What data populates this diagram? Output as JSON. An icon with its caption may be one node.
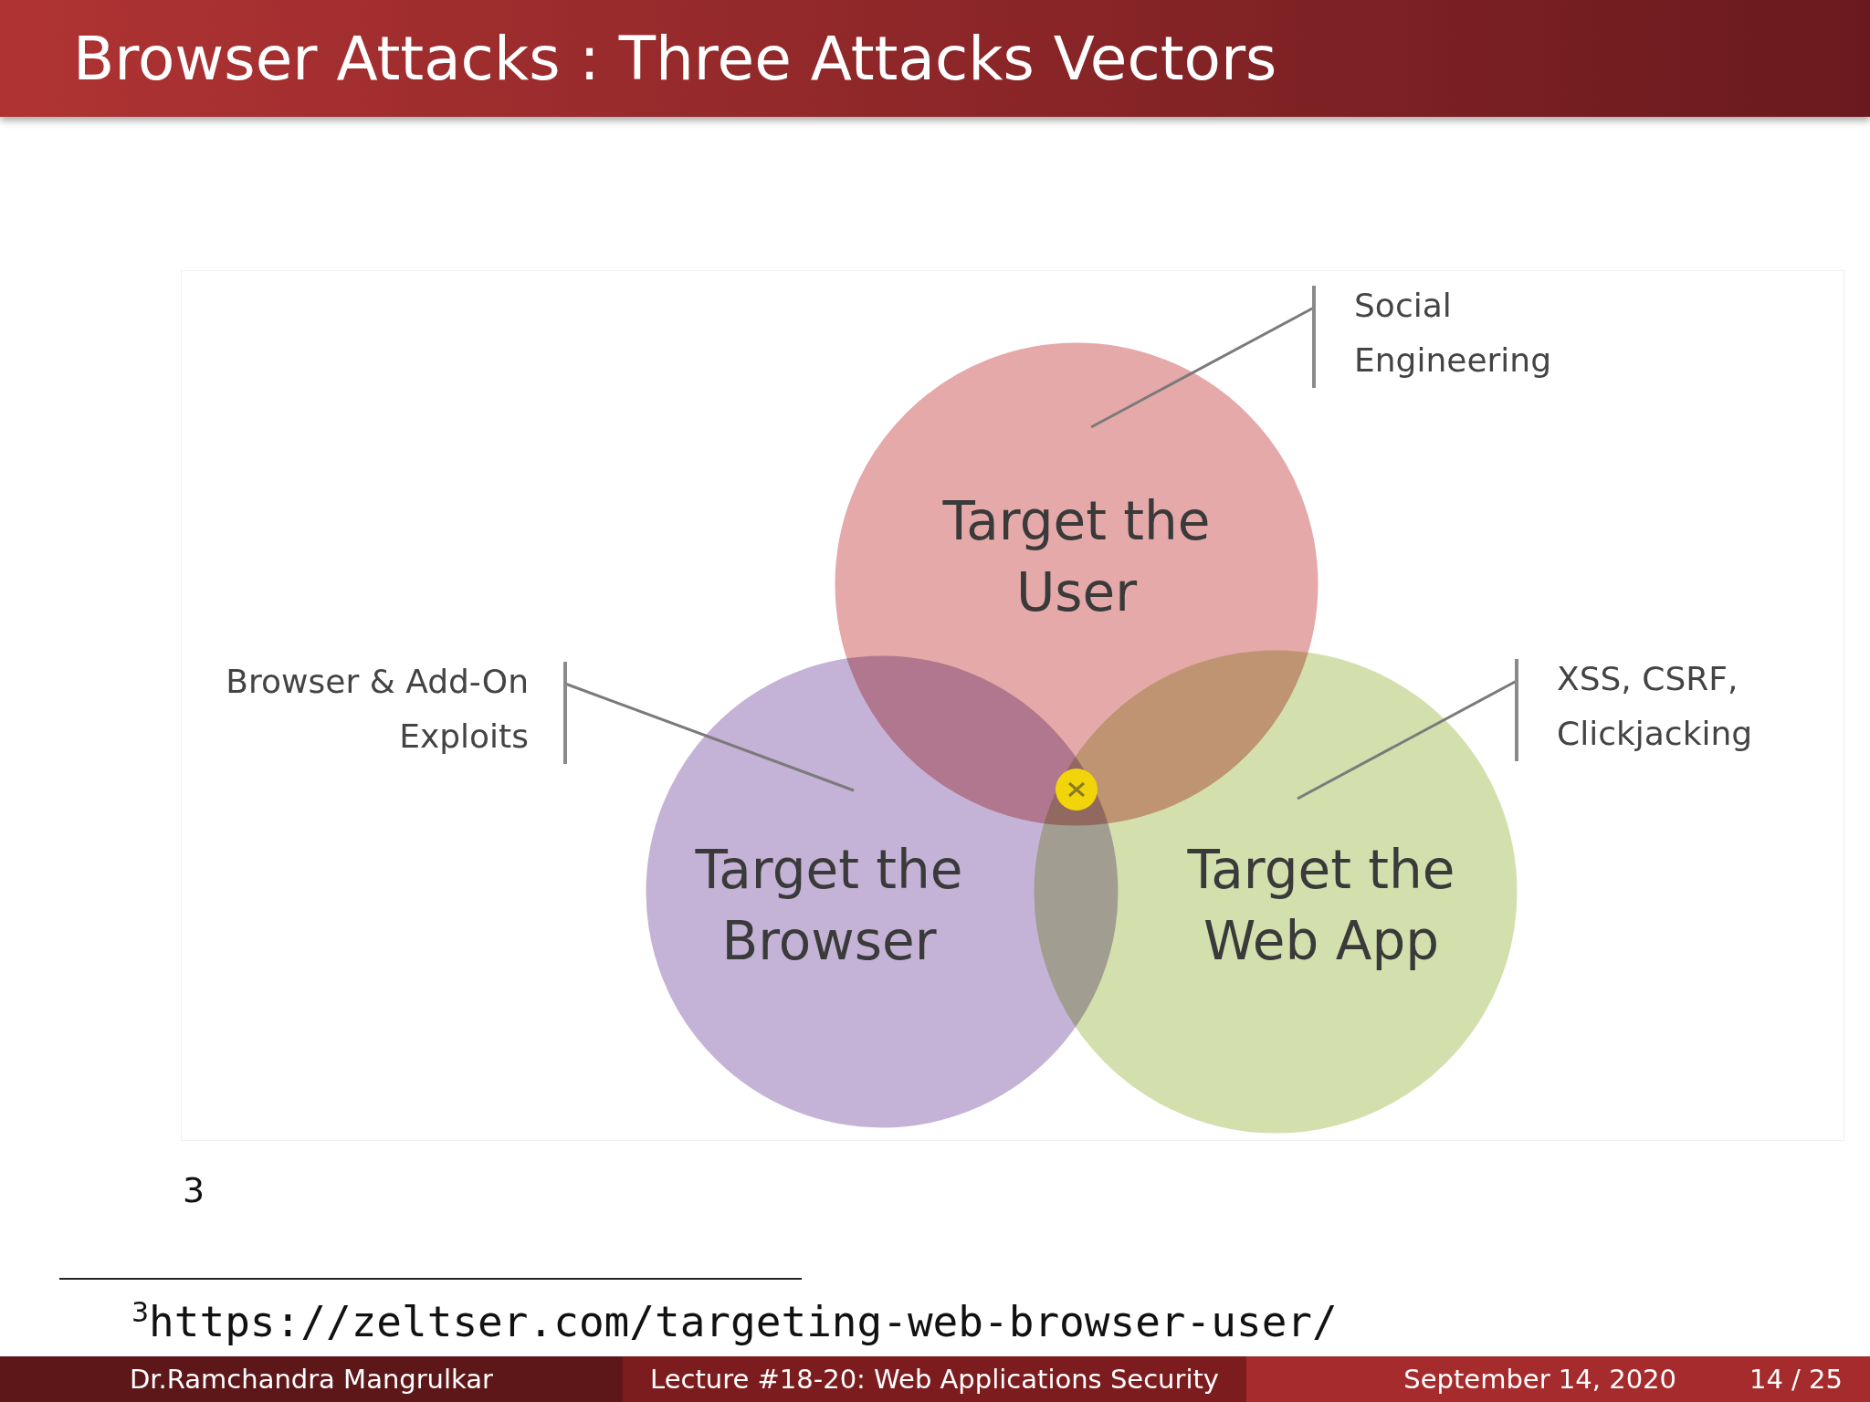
{
  "diagram": {
    "title": "Browser Attacks : Three Attacks Vectors",
    "nodes": [
      {
        "text": [
          "Target the User"
        ]
      },
      {
        "text": [
          "Target the Browser"
        ]
      },
      {
        "text": [
          "Target the Web App"
        ]
      },
      {
        "text": [
          "Social Engineering"
        ]
      },
      {
        "text": [
          "Browser & Add-On Exploits"
        ]
      },
      {
        "text": [
          "XSS, CSRF, Clickjacking"
        ]
      }
    ],
    "edges": [
      {
        "from": 3,
        "to": 0,
        "arrow": "none"
      },
      {
        "from": 4,
        "to": 1,
        "arrow": "none"
      },
      {
        "from": 5,
        "to": 2,
        "arrow": "none"
      }
    ],
    "labels": [
      "3",
      "$^{3}$https://zeltser.com/targeting-web-browser-user/",
      "Dr.Ramchandra Mangrulkar",
      "Lecture #18-20: Web Applications Security",
      "September 14, 2020",
      "14 / 25"
    ]
  }
}
